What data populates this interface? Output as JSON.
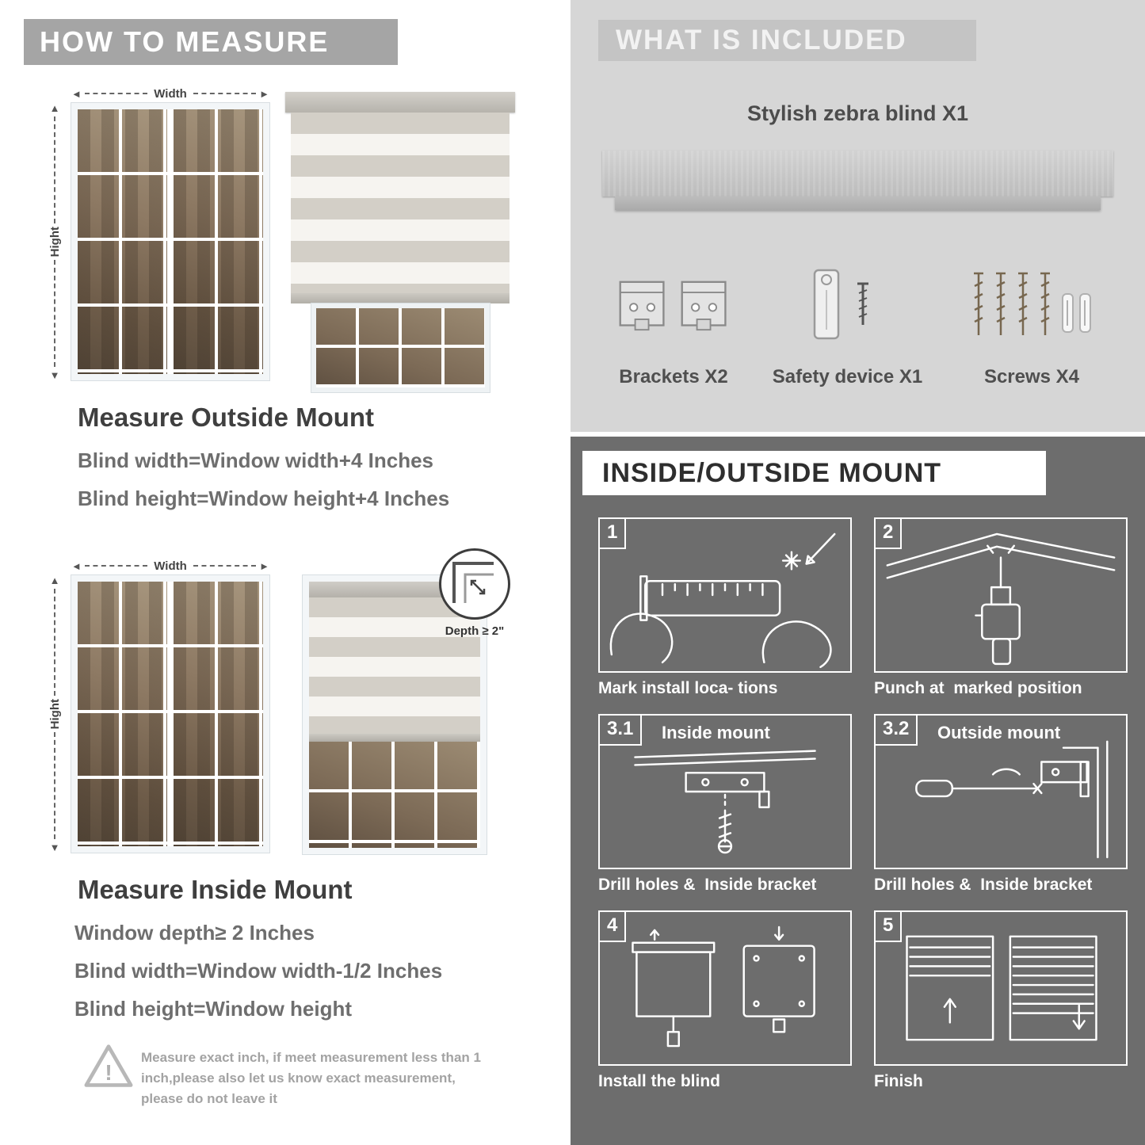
{
  "colors": {
    "left_banner_bg": "#a5a5a5",
    "included_bg": "#d6d6d6",
    "included_banner_bg": "#c4c4c4",
    "mount_bg": "#6d6d6d",
    "heading_text": "#3f3f3f",
    "body_text": "#6e6e6e",
    "fabric_band": "#d3cfc7",
    "fabric_sheer": "#f6f4f0"
  },
  "icons": {
    "arrow_left": "◄",
    "arrow_right": "►",
    "arrow_up": "▲",
    "arrow_down": "▼"
  },
  "left": {
    "banner": "HOW TO MEASURE",
    "outside": {
      "width_label": "Width",
      "height_label": "Hight",
      "heading": "Measure Outside Mount",
      "line1": "Blind width=Window width+4 Inches",
      "line2": "Blind height=Window height+4 Inches"
    },
    "inside": {
      "width_label": "Width",
      "height_label": "Hight",
      "depth_label": "Depth ≥ 2\"",
      "heading": "Measure Inside Mount",
      "line1": "Window depth≥ 2 Inches",
      "line2": "Blind width=Window width-1/2 Inches",
      "line3": "Blind height=Window height"
    },
    "warning_mark": "!",
    "note": "Measure exact inch, if meet measurement less than 1 inch,please also let us know exact measurement, please do not leave it"
  },
  "included": {
    "banner": "WHAT IS INCLUDED",
    "blind_label": "Stylish zebra blind X1",
    "parts": [
      {
        "label": "Brackets X2"
      },
      {
        "label": "Safety device X1"
      },
      {
        "label": "Screws X4"
      }
    ]
  },
  "mount": {
    "banner": "INSIDE/OUTSIDE MOUNT",
    "steps": [
      {
        "num": "1",
        "caption": "Mark install loca- tions"
      },
      {
        "num": "2",
        "caption": "Punch at  marked position"
      },
      {
        "num": "3.1",
        "title": "Inside mount",
        "caption": "Drill holes &  Inside bracket"
      },
      {
        "num": "3.2",
        "title": "Outside mount",
        "caption": "Drill holes &  Inside bracket"
      },
      {
        "num": "4",
        "caption": "Install the blind"
      },
      {
        "num": "5",
        "caption": "Finish"
      }
    ]
  }
}
